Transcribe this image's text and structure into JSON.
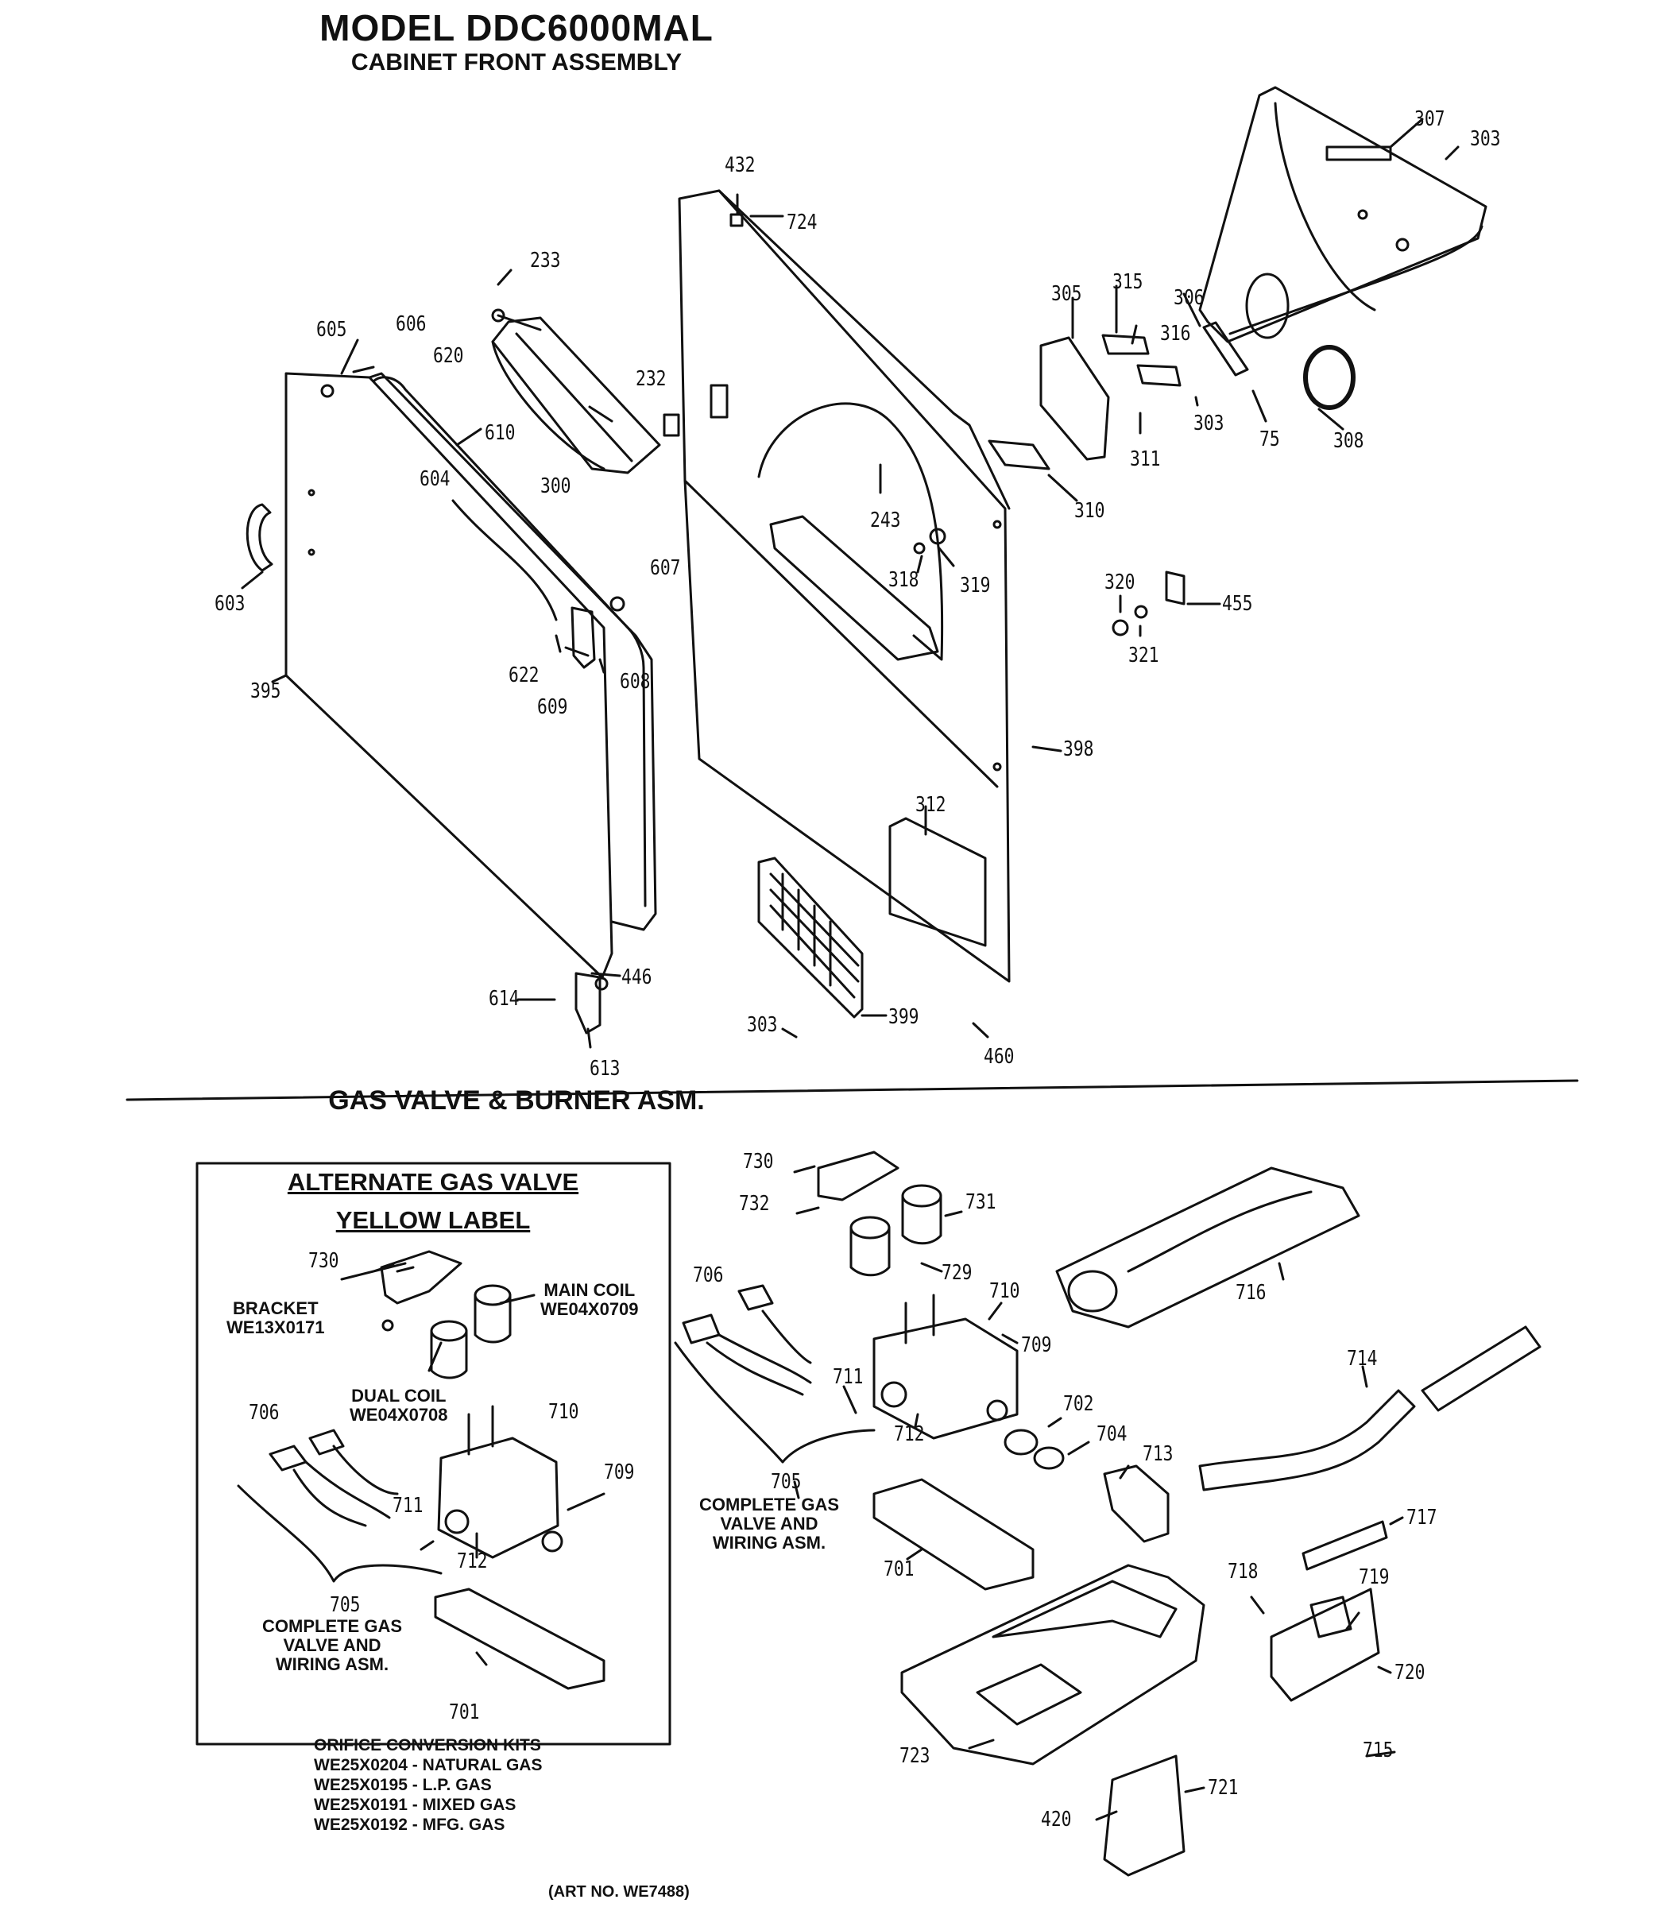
{
  "header": {
    "title": "MODEL DDC6000MAL",
    "subtitle": "CABINET FRONT ASSEMBLY"
  },
  "section2_title": "GAS VALVE & BURNER ASM.",
  "inset": {
    "title_line1": "ALTERNATE GAS VALVE",
    "title_line2": "YELLOW LABEL",
    "bracket": "BRACKET\nWE13X0171",
    "main_coil": "MAIN COIL\nWE04X0709",
    "dual_coil": "DUAL COIL\nWE04X0708",
    "complete": "COMPLETE GAS\nVALVE AND\nWIRING ASM."
  },
  "main_complete": "COMPLETE GAS\nVALVE AND\nWIRING ASM.",
  "kits": {
    "heading": "ORIFICE CONVERSION KITS",
    "items": [
      "WE25X0204 - NATURAL GAS",
      "WE25X0195 - L.P. GAS",
      "WE25X0191 - MIXED GAS",
      "WE25X0192 - MFG. GAS"
    ]
  },
  "art_no": "(ART NO. WE7488)",
  "callouts": {
    "c432": "432",
    "c724": "724",
    "c233": "233",
    "c605": "605",
    "c606": "606",
    "c620": "620",
    "c232": "232",
    "c610": "610",
    "c604": "604",
    "c300": "300",
    "c603": "603",
    "c607": "607",
    "c622": "622",
    "c608": "608",
    "c609": "609",
    "c395": "395",
    "c243": "243",
    "c318": "318",
    "c319": "319",
    "c398": "398",
    "c312": "312",
    "c614": "614",
    "c446": "446",
    "c613": "613",
    "c303a": "303",
    "c399": "399",
    "c460": "460",
    "c307": "307",
    "c303b": "303",
    "c305": "305",
    "c315": "315",
    "c306": "306",
    "c316": "316",
    "c303c": "303",
    "c75": "75",
    "c308": "308",
    "c311": "311",
    "c310": "310",
    "c320": "320",
    "c321": "321",
    "c455": "455",
    "m730": "730",
    "m732": "732",
    "m731": "731",
    "m729": "729",
    "m706": "706",
    "m710": "710",
    "m709": "709",
    "m711": "711",
    "m712": "712",
    "m705": "705",
    "m701": "701",
    "m716": "716",
    "m714": "714",
    "m702": "702",
    "m704": "704",
    "m713": "713",
    "m717": "717",
    "m718": "718",
    "m719": "719",
    "m720": "720",
    "m723": "723",
    "m715": "715",
    "m721": "721",
    "m420": "420",
    "i730": "730",
    "i706": "706",
    "i710": "710",
    "i709": "709",
    "i711": "711",
    "i712": "712",
    "i705": "705",
    "i701": "701"
  }
}
